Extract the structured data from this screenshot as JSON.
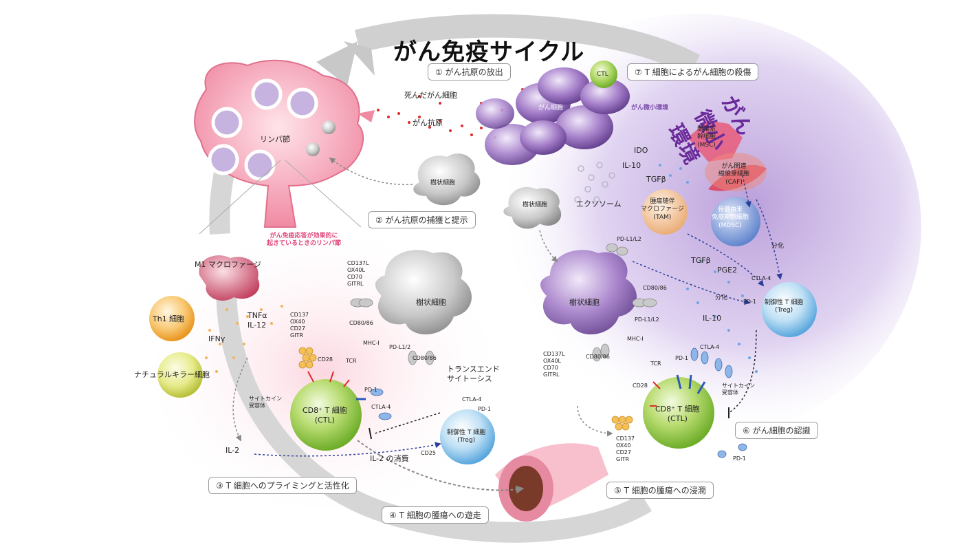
{
  "title": "がん免疫サイクル",
  "tme_title": "がん微小環境",
  "steps": {
    "s1": "① がん抗原の放出",
    "s2": "② がん抗原の捕獲と提示",
    "s3": "③ T 細胞へのプライミングと活性化",
    "s4": "④ T 細胞の腫瘍への遊走",
    "s5": "⑤ T 細胞の腫瘍への浸潤",
    "s6": "⑥ がん細胞の認識",
    "s7": "⑦ T 細胞によるがん細胞の殺傷"
  },
  "labels": {
    "dead_cancer": "死んだがん細胞",
    "cancer_antigen": "がん抗原",
    "cancer_cell": "がん細胞",
    "lymph_node": "リンパ節",
    "dendritic_top": "樹状細胞",
    "dendritic_mid": "樹状細胞",
    "dendritic_left": "樹状細胞",
    "dendritic_right": "樹状細胞",
    "ctl_top": "CTL",
    "tme_small": "がん微小環境",
    "msc": "間葉系\n幹細胞\n(MSC)",
    "caf": "がん関連\n線維芽細胞\n(CAF)",
    "ido": "IDO",
    "il10_top": "IL-10",
    "tgfb_top": "TGFβ",
    "exosome": "エクソソーム",
    "tam": "腫瘍随伴\nマクロファージ\n(TAM)",
    "mdsc": "骨髄由来\n免疫抑制細胞\n(MDSC)",
    "bunka1": "分化",
    "bunka2": "分化",
    "tgfb_mid": "TGFβ",
    "pge2": "PGE2",
    "il10_mid": "IL-10",
    "pdl1l2_top": "PD-L1/L2",
    "cd80_86_r": "CD80/86",
    "pdl1l2_r": "PD-L1/L2",
    "mhc1_r": "MHC-I",
    "tcr_r": "TCR",
    "pd1_r": "PD-1",
    "ctla4_r": "CTLA-4",
    "cd28_r": "CD28",
    "cytokine_rec_r": "サイトカイン\n受容体",
    "cd137l_r": "CD137L\nOX40L\nCD70\nGITRL",
    "cd80_86_r2": "CD80/86",
    "cd137_r": "CD137\nOX40\nCD27\nGITR",
    "pd1_bottom": "PD-1",
    "treg_r": "制御性 T 細胞\n(Treg)",
    "pd1_treg": "PD-1",
    "ctla4_treg": "CTLA-4",
    "ctl_r": "CD8⁺ T 細胞\n(CTL)",
    "ctl_l": "CD8⁺ T 細胞\n(CTL)",
    "lymph_note": "がん免疫応答が効果的に\n起きているときのリンパ節",
    "m1": "M1 マクロファージ",
    "th1": "Th1 細胞",
    "tnfa": "TNFα\nIL-12",
    "ifng": "IFNγ",
    "nk": "ナチュラルキラー細胞",
    "cytokine_rec_l": "サイトカイン\n受容体",
    "il2": "IL-2",
    "il2_consume": "IL-2 の消費",
    "cd25": "CD25",
    "cd137l_l": "CD137L\nOX40L\nCD70\nGITRL",
    "cd137_l": "CD137\nOX40\nCD27\nGITR",
    "cd80_86_l": "CD80/86",
    "mhc1_l": "MHC-I",
    "tcr_l": "TCR",
    "cd28_l": "CD28",
    "pdl1l2_l": "PD-L1/2",
    "cd80_86_l2": "CD80/86",
    "pd1_l": "PD-1",
    "ctla4_l": "CTLA-4",
    "trans": "トランスエンド\nサイトーシス",
    "ctla4_treg_l": "CTLA-4",
    "pd1_treg_l": "PD-1",
    "treg_l": "制御性 T 細胞\n(Treg)"
  },
  "colors": {
    "purple_bg": "#cdb6e6",
    "pink_bg": "#fde3ea",
    "ctl_green": "#8cc63f",
    "treg_blue": "#8fc6ea",
    "grey_arrow": "#c8c8c8",
    "cancer_purple": "#8a5fb0"
  }
}
